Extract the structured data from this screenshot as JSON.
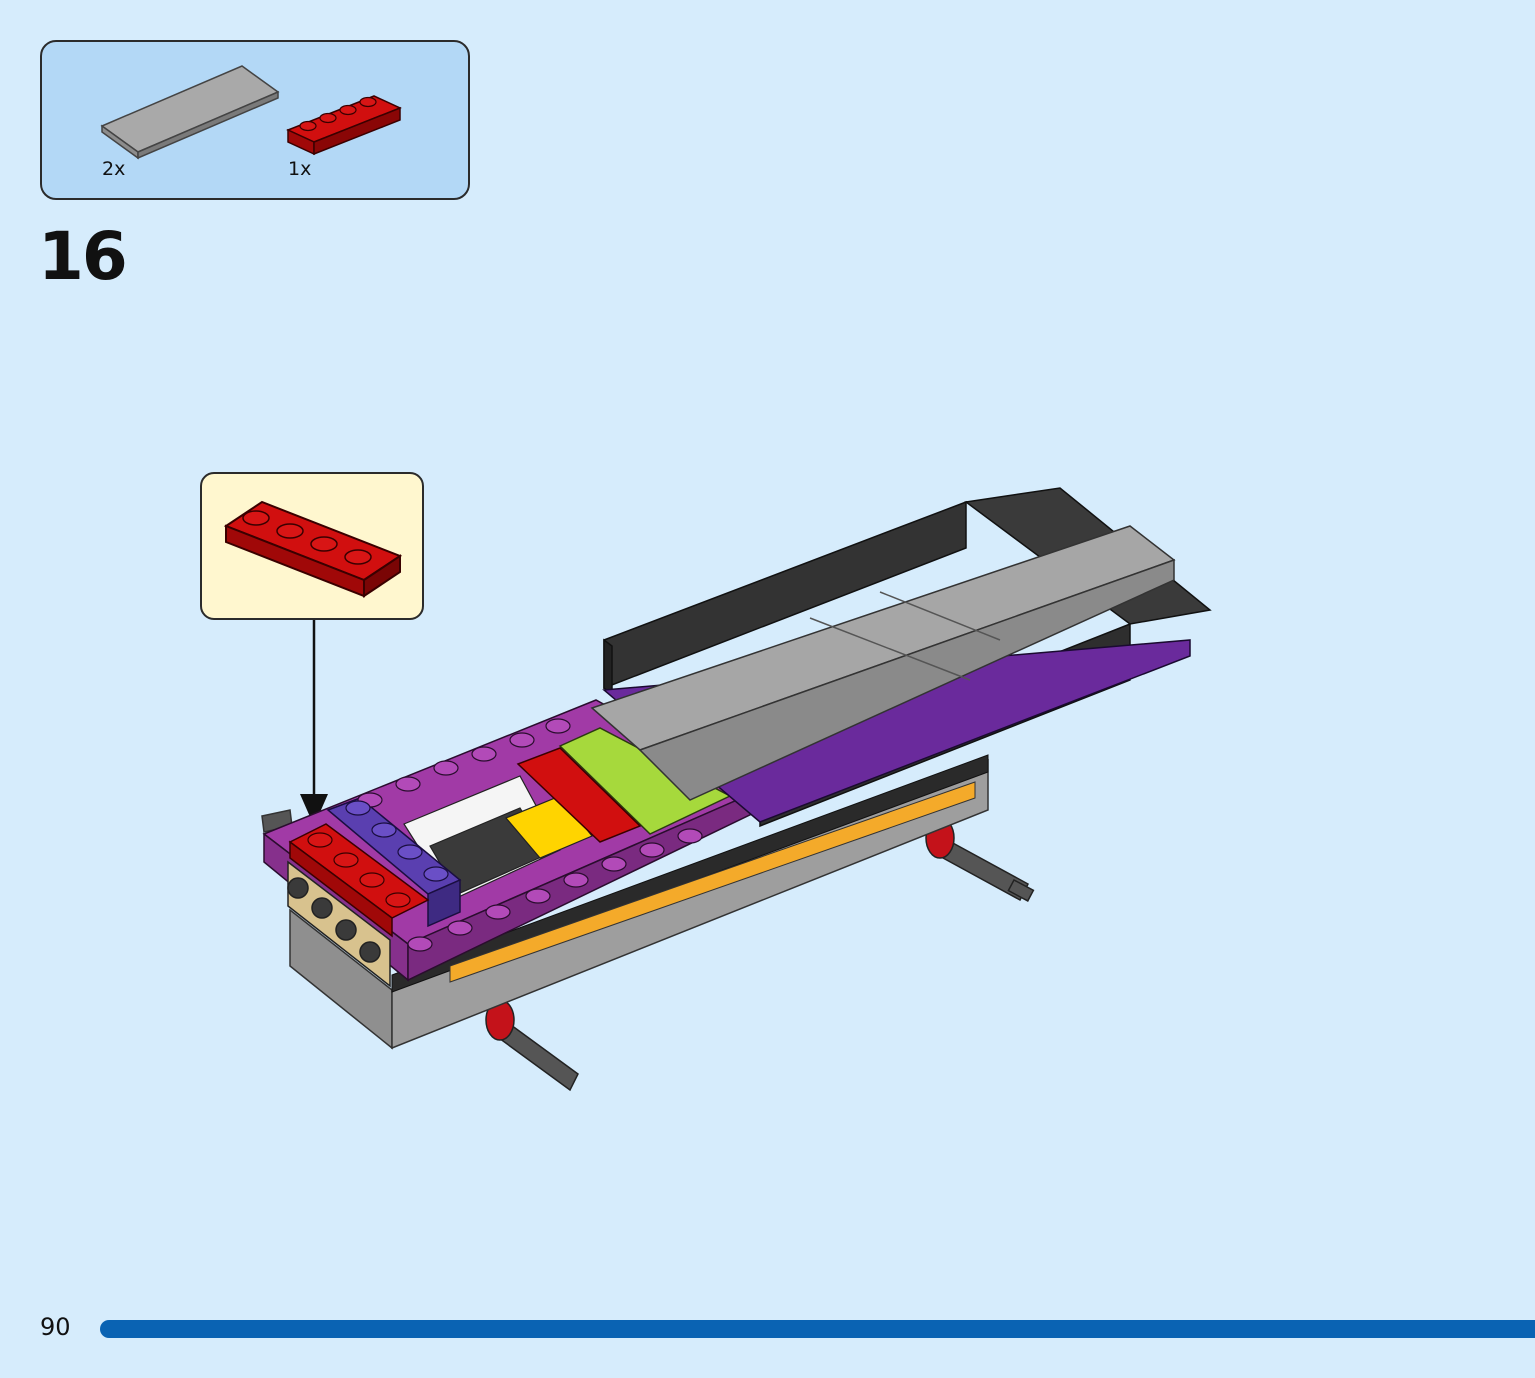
{
  "step": {
    "number": "16"
  },
  "parts_list": [
    {
      "name": "gray-tile",
      "color": "#a3a3a3",
      "quantity": "2x"
    },
    {
      "name": "red-plate",
      "color": "#cc0a0a",
      "quantity": "1x"
    }
  ],
  "callout": {
    "part": "red-plate",
    "color": "#cc0a0a"
  },
  "page": {
    "number": "90"
  },
  "colors": {
    "page_background": "#d6ecfc",
    "parts_box": "#b3d8f6",
    "callout_box": "#fff7cf",
    "progress_bar": "#0a63b3"
  }
}
